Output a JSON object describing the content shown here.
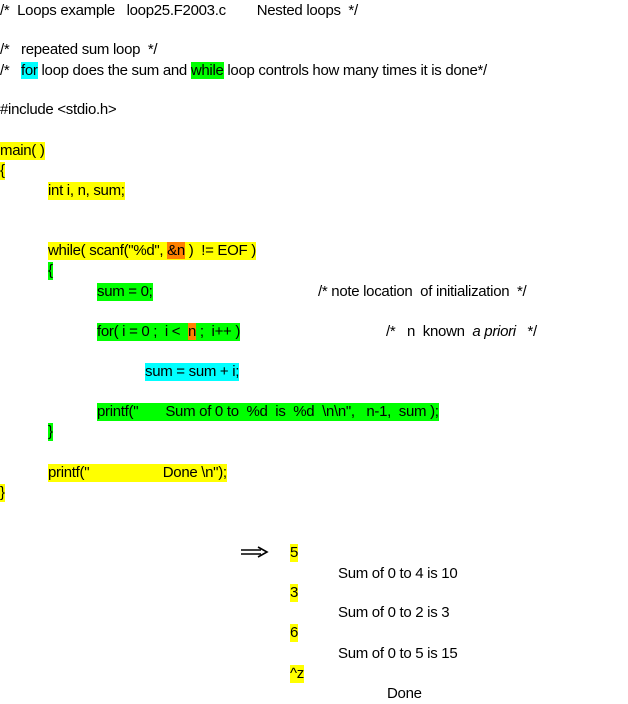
{
  "colors": {
    "yellow": "#ffff00",
    "green": "#00ff00",
    "cyan": "#00ffff",
    "orange": "#ff8000"
  },
  "header": {
    "title_comment": "/*  Loops example   loop25.F2003.c        Nested loops  */"
  },
  "intro": {
    "comment1": "/*   repeated sum loop  */",
    "comment2_prefix": "/*   ",
    "comment2_for": "for",
    "comment2_mid": " loop does the sum and ",
    "comment2_while": "while",
    "comment2_suffix": " loop controls how many times it is done*/"
  },
  "code": {
    "include": "#include <stdio.h>",
    "main": "main( )",
    "open_brace": "{",
    "decl": "int i, n, sum;",
    "while_prefix": "while( scanf(\"%d\", ",
    "while_amp_n": "&n",
    "while_suffix": " )  != EOF )",
    "while_open_brace": "{",
    "sum_init": "sum = 0;",
    "sum_init_comment": "/* note location  of initialization  */",
    "for_prefix": "for( i = 0 ;  i <  ",
    "for_n": "n",
    "for_suffix": " ;  i++ )",
    "for_comment_prefix": "/*   n  known  ",
    "for_comment_italic": "a priori",
    "for_comment_suffix": "   */",
    "sum_update": "sum = sum + i;",
    "printf_sum": "printf(\"       Sum of 0 to  %d  is  %d  \\n\\n\",   n-1,  sum );",
    "while_close_brace": "}",
    "printf_done": "printf(\"                   Done \\n\");",
    "close_brace": "}"
  },
  "output": {
    "arrow_icon": "double-right-arrow",
    "inputs": [
      "5",
      "3",
      "6",
      "^z"
    ],
    "results": [
      "Sum of 0 to 4 is 10",
      "Sum of 0 to 2 is 3",
      "Sum of 0 to 5 is 15"
    ],
    "done": "Done"
  }
}
